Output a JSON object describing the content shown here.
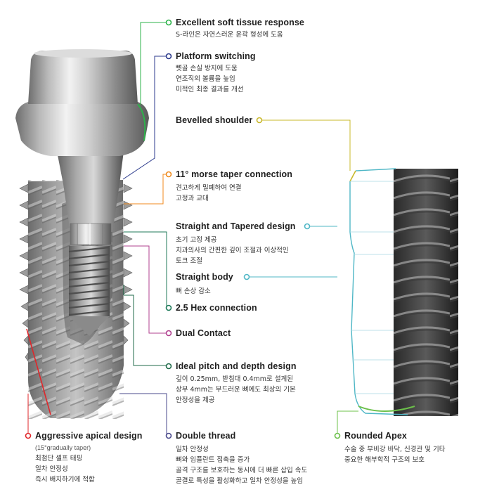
{
  "features": {
    "soft_tissue": {
      "title": "Excellent soft tissue response",
      "desc": [
        "S-라인은 자연스러운 윤곽 형성에 도움"
      ],
      "color": "#2db34a"
    },
    "platform": {
      "title": "Platform  switching",
      "desc": [
        "뼛골 손실 방지에 도움",
        "연조직의 볼륨을 높임",
        "미적인 최종 결과를 개선"
      ],
      "color": "#2b3a8c"
    },
    "bevelled": {
      "title": "Bevelled shoulder",
      "desc": [],
      "color": "#c9b82a"
    },
    "morse": {
      "title": "11° morse taper connection",
      "desc": [
        "견고하게  밀폐하여 연결",
        "고정과 교대"
      ],
      "color": "#f08a1c"
    },
    "straight_tapered": {
      "title": "Straight and Tapered design",
      "desc": [
        "초기 고정 제공",
        "치과의사의 간편한 깊이 조절과 이상적인",
        "토크 조절"
      ],
      "color": "#4fb7c6"
    },
    "straight_body": {
      "title": "Straight body",
      "desc": [
        "뼈 손상 감소"
      ],
      "color": "#4fb7c6"
    },
    "hex": {
      "title": "2.5 Hex connection",
      "desc": [],
      "color": "#1f7a5a"
    },
    "dual": {
      "title": "Dual Contact",
      "desc": [],
      "color": "#b0408f"
    },
    "pitch": {
      "title": "Ideal pitch and depth design",
      "desc": [
        "깊이 0.25mm, 받침대 0.4mm로 설계된",
        "상부 4mm는 부드러운 뼈에도 최상의 기본",
        "안정성을 제공"
      ],
      "color": "#1f6a4a"
    },
    "apical": {
      "title": "Aggressive apical design",
      "sub": "(15°gradually taper)",
      "desc": [
        "최첨단 셀프 태핑",
        "일차 안정성",
        "즉시 배치하기에 적합"
      ],
      "color": "#e0262a"
    },
    "double": {
      "title": "Double thread",
      "desc": [
        "일차 안정성",
        "뼈와 임플란트 접촉을 증가",
        "골격 구조를 보호하는 동시에 더 빠른 삽입 속도",
        "골결로 특성을 활성화하고 일차 안정성을 높임"
      ],
      "color": "#4a4a8c"
    },
    "apex": {
      "title": "Rounded Apex",
      "desc": [
        "수술 중 부비강 바닥, 신경관 및 기타",
        "중요한 해부학적 구조의 보호"
      ],
      "color": "#6cc04a"
    }
  }
}
